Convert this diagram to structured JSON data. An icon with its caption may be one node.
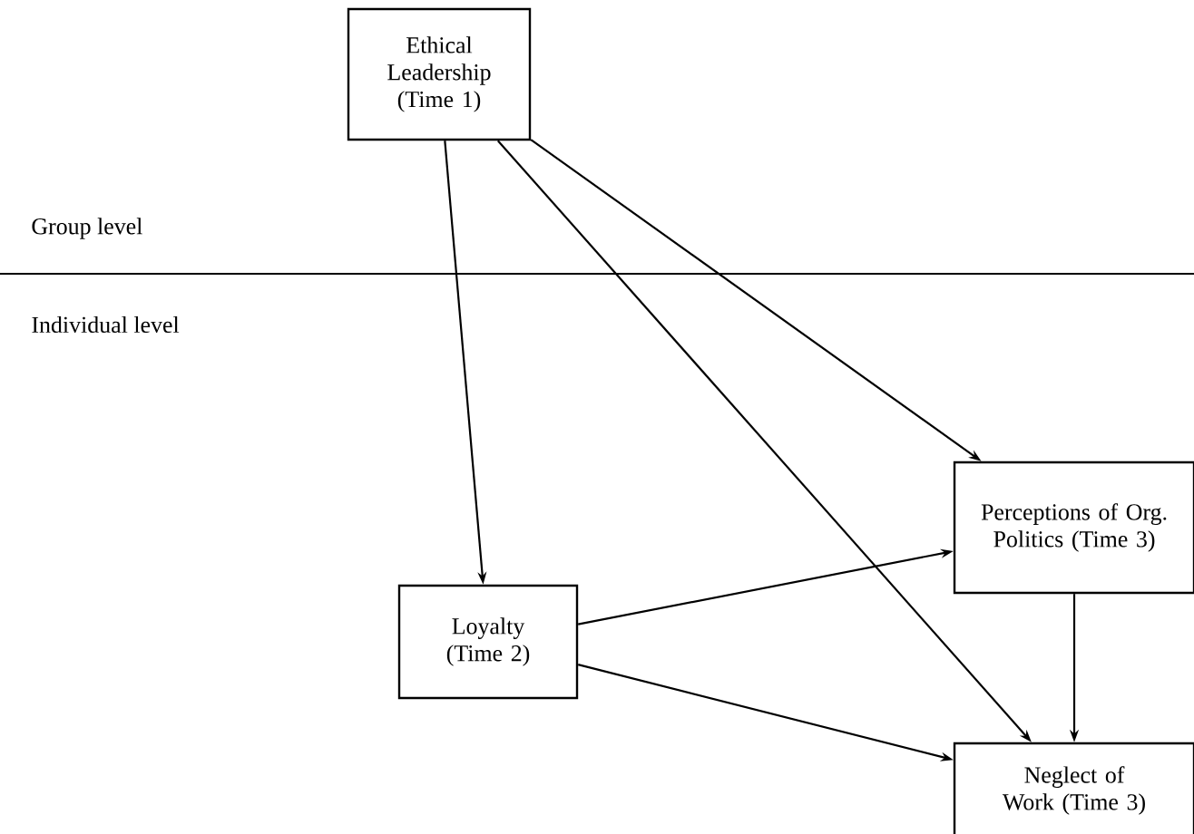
{
  "diagram": {
    "nodes": [
      {
        "text": [
          "Ethical Leadership (Time 1)"
        ]
      },
      {
        "text": [
          "Loyalty (Time 2)"
        ]
      },
      {
        "text": [
          "Perceptions of Org. Politics (Time 3)"
        ]
      },
      {
        "text": [
          "Neglect of Work (Time 3)"
        ]
      }
    ],
    "edges": [
      {
        "from": 0,
        "to": 1,
        "arrow": "to"
      },
      {
        "from": 0,
        "to": 2,
        "arrow": "to"
      },
      {
        "from": 0,
        "to": 3,
        "arrow": "to"
      },
      {
        "from": 1,
        "to": 2,
        "arrow": "to"
      },
      {
        "from": 1,
        "to": 3,
        "arrow": "to"
      },
      {
        "from": 2,
        "to": 3,
        "arrow": "to"
      }
    ],
    "labels": [
      "Group level",
      "Individual level"
    ]
  }
}
